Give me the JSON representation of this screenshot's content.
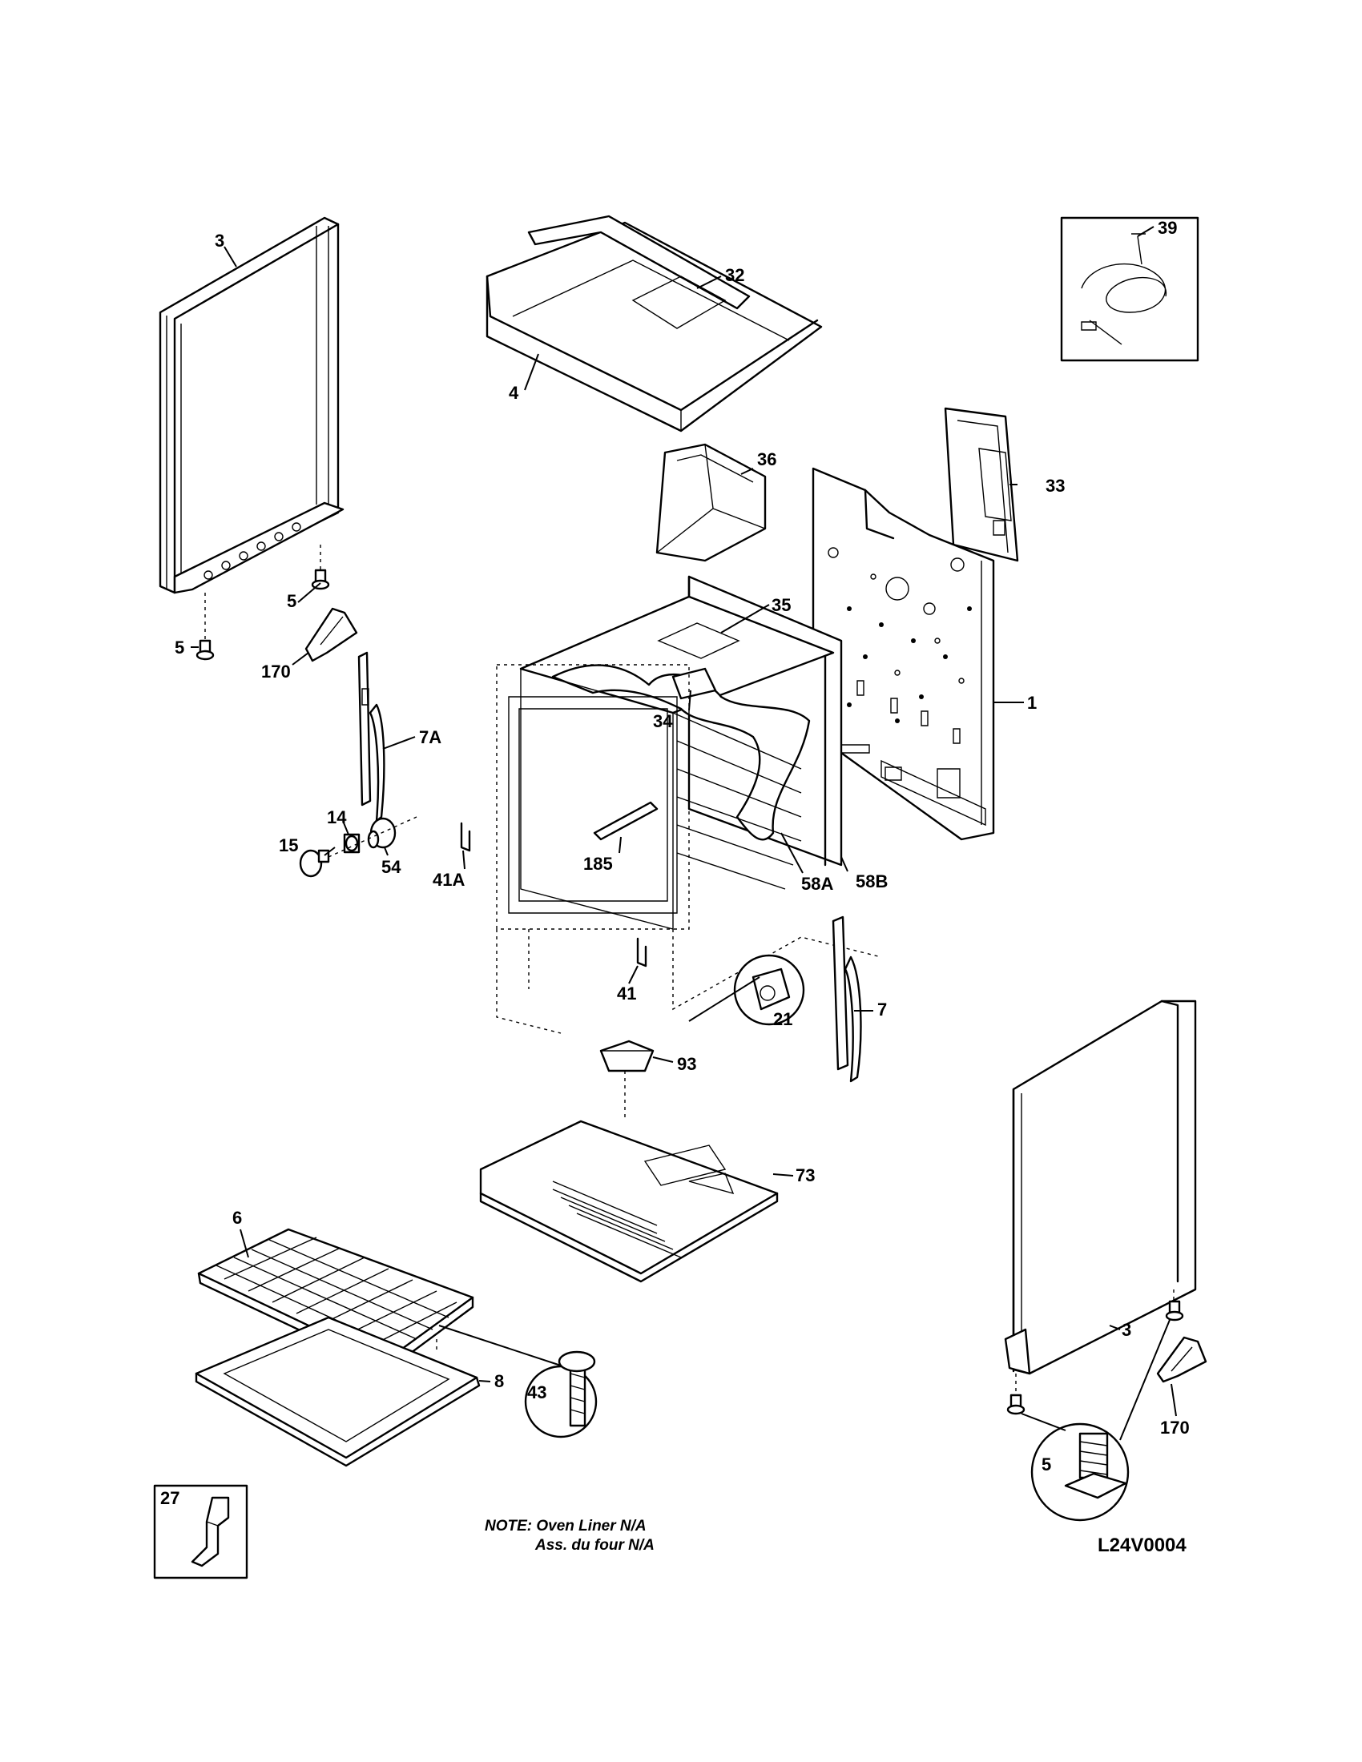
{
  "diagram": {
    "code": "L24V0004",
    "note": {
      "line1": "NOTE: Oven Liner N/A",
      "line2": "Ass. du four N/A"
    },
    "callouts": {
      "p1": "1",
      "p3_left": "3",
      "p3_right": "3",
      "p4": "4",
      "p5_left_a": "5",
      "p5_left_b": "5",
      "p5_detail": "5",
      "p6": "6",
      "p7": "7",
      "p7a": "7A",
      "p8": "8",
      "p14": "14",
      "p15": "15",
      "p21": "21",
      "p27": "27",
      "p32": "32",
      "p33": "33",
      "p34": "34",
      "p35": "35",
      "p36": "36",
      "p39": "39",
      "p41": "41",
      "p41a": "41A",
      "p43": "43",
      "p54": "54",
      "p58a": "58A",
      "p58b": "58B",
      "p73": "73",
      "p93": "93",
      "p170_left": "170",
      "p170_right": "170",
      "p185": "185"
    }
  }
}
